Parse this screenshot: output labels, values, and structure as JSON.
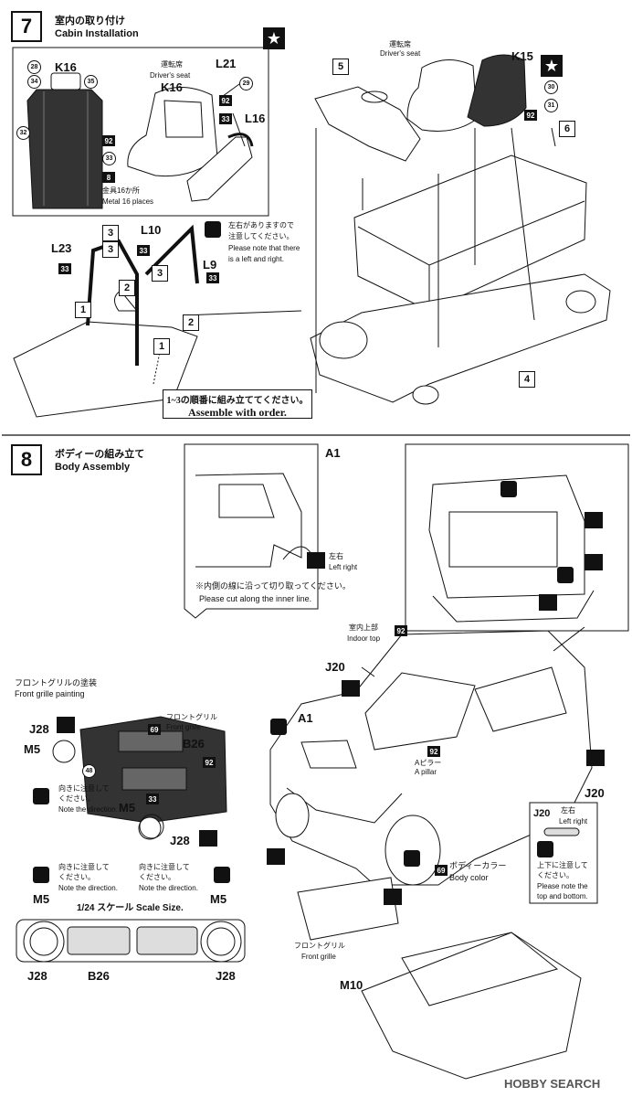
{
  "step7": {
    "number": "7",
    "title_jp": "室内の取り付け",
    "title_en": "Cabin Installation",
    "inset": {
      "seatbelt_part": "K16",
      "seat_part": "K16",
      "seat_label_jp": "運転席",
      "seat_label_en": "Driver's seat",
      "l21": "L21",
      "l16": "L16",
      "metal_jp": "金具16か所",
      "metal_en": "Metal 16 places",
      "circles": [
        "28",
        "34",
        "35",
        "32",
        "33"
      ],
      "squares": [
        "92",
        "8",
        "29",
        "92",
        "33"
      ]
    },
    "main": {
      "box5": "5",
      "box6": "6",
      "box4": "4",
      "seat_label_jp": "運転席",
      "seat_label_en": "Driver's seat",
      "k15": "K15",
      "circles": [
        "30",
        "31"
      ],
      "squares": [
        "92"
      ]
    },
    "rollcage": {
      "l10": "L10",
      "l23": "L23",
      "l9": "L9",
      "order_boxes": [
        "3",
        "3",
        "2",
        "1",
        "1",
        "2"
      ],
      "squares": [
        "33",
        "33",
        "33"
      ],
      "note_jp_1": "左右がありますので",
      "note_jp_2": "注意してください。",
      "note_en_1": "Please note that there",
      "note_en_2": "is a left and right.",
      "order_jp": "1~3の順番に組み立ててください。",
      "order_en": "Assemble with order."
    }
  },
  "step8": {
    "number": "8",
    "title_jp": "ボディーの組み立て",
    "title_en": "Body Assembly",
    "side_panel": {
      "a1": "A1",
      "lr_jp": "左右",
      "lr_en": "Left right",
      "cut_jp": "※内側の線に沿って切り取ってください。",
      "cut_en": "Please cut along the inner line."
    },
    "body": {
      "indoor_top_jp": "室内上部",
      "indoor_top_en": "Indoor top",
      "indoor_top_num": "92",
      "j20_top": "J20",
      "a1": "A1",
      "pillar_num": "92",
      "pillar_jp": "Aピラー",
      "pillar_en": "A pillar",
      "j20_side": "J20",
      "body_color_num": "69",
      "body_color_jp": "ボディーカラー",
      "body_color_en": "Body color",
      "grille_jp": "フロントグリル",
      "grille_en": "Front grille",
      "m10": "M10"
    },
    "j20_note": {
      "part": "J20",
      "lr_jp": "左右",
      "lr_en": "Left right",
      "note_jp_1": "上下に注意して",
      "note_jp_2": "ください。",
      "note_en_1": "Please note the",
      "note_en_2": "top and bottom."
    },
    "grille_paint": {
      "title_jp": "フロントグリルの塗装",
      "title_en": "Front grille painting",
      "grille_jp": "フロントグリル",
      "grille_en": "Front grille",
      "j28_top": "J28",
      "m5_top": "M5",
      "circ_48": "48",
      "sq_69": "69",
      "b26": "B26",
      "sq_92": "92",
      "sq_33": "33",
      "m5_bottom": "M5",
      "j28_bottom": "J28",
      "dir_jp_1": "向きに注意して",
      "dir_jp_2": "ください。",
      "dir_en": "Note the direction."
    },
    "scale": {
      "left_jp_1": "向きに注意して",
      "left_jp_2": "ください。",
      "left_en": "Note the direction.",
      "right_jp_1": "向きに注意して",
      "right_jp_2": "ください。",
      "right_en": "Note the direction.",
      "title": "1/24 スケール Scale Size.",
      "m5_left": "M5",
      "m5_right": "M5",
      "j28_left": "J28",
      "b26": "B26",
      "j28_right": "J28"
    }
  },
  "watermark": "HOBBY SEARCH"
}
